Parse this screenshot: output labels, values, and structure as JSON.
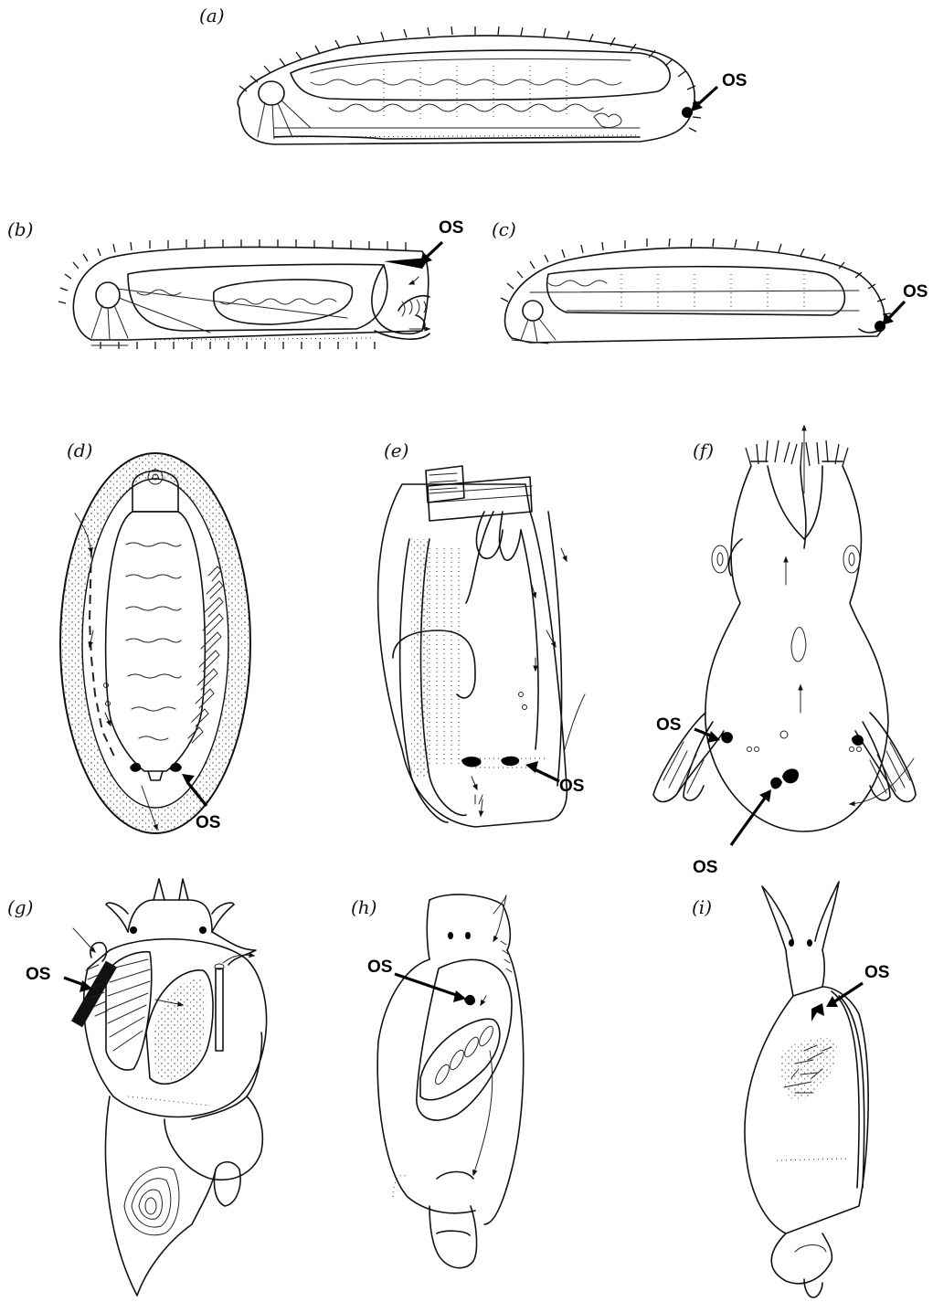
{
  "figure": {
    "os_label": "OS",
    "panels": [
      {
        "id": "a",
        "label": "(a)"
      },
      {
        "id": "b",
        "label": "(b)"
      },
      {
        "id": "c",
        "label": "(c)"
      },
      {
        "id": "d",
        "label": "(d)"
      },
      {
        "id": "e",
        "label": "(e)"
      },
      {
        "id": "f",
        "label": "(f)"
      },
      {
        "id": "g",
        "label": "(g)"
      },
      {
        "id": "h",
        "label": "(h)"
      },
      {
        "id": "i",
        "label": "(i)"
      }
    ]
  },
  "colors": {
    "ink": "#111111",
    "background": "#ffffff"
  }
}
